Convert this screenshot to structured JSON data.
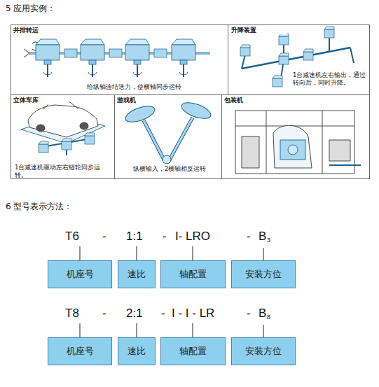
{
  "diagram": {
    "nodes": [
      {
        "text": [
          "井排转运",
          "给纵轴连结送力，使横轴同步运转"
        ]
      },
      {
        "text": [
          "升降装置",
          "1台减速机左右输出，通过转向后，同时升降。"
        ]
      },
      {
        "text": [
          "立体车库",
          "1台减速机驱动左右链轮同步运转。"
        ]
      },
      {
        "text": [
          "游戏机",
          "纵横输入，2横轴相反运转"
        ]
      },
      {
        "text": [
          "包装机"
        ]
      },
      {
        "text": [
          "机座号"
        ]
      },
      {
        "text": [
          "速比"
        ]
      },
      {
        "text": [
          "轴配置"
        ]
      },
      {
        "text": [
          "安装方位"
        ]
      },
      {
        "text": [
          "机座号"
        ]
      },
      {
        "text": [
          "速比"
        ]
      },
      {
        "text": [
          "轴配置"
        ]
      },
      {
        "text": [
          "安装方位"
        ]
      }
    ],
    "labels": [
      "5 应用实例：",
      "6 型号表示方法：",
      "T6",
      "-",
      "1:1",
      "-",
      "I- LRO",
      "-",
      "B",
      "3",
      "T8",
      "-",
      "2:1",
      "-",
      "I - I - LR",
      "-",
      "B",
      "8"
    ]
  }
}
